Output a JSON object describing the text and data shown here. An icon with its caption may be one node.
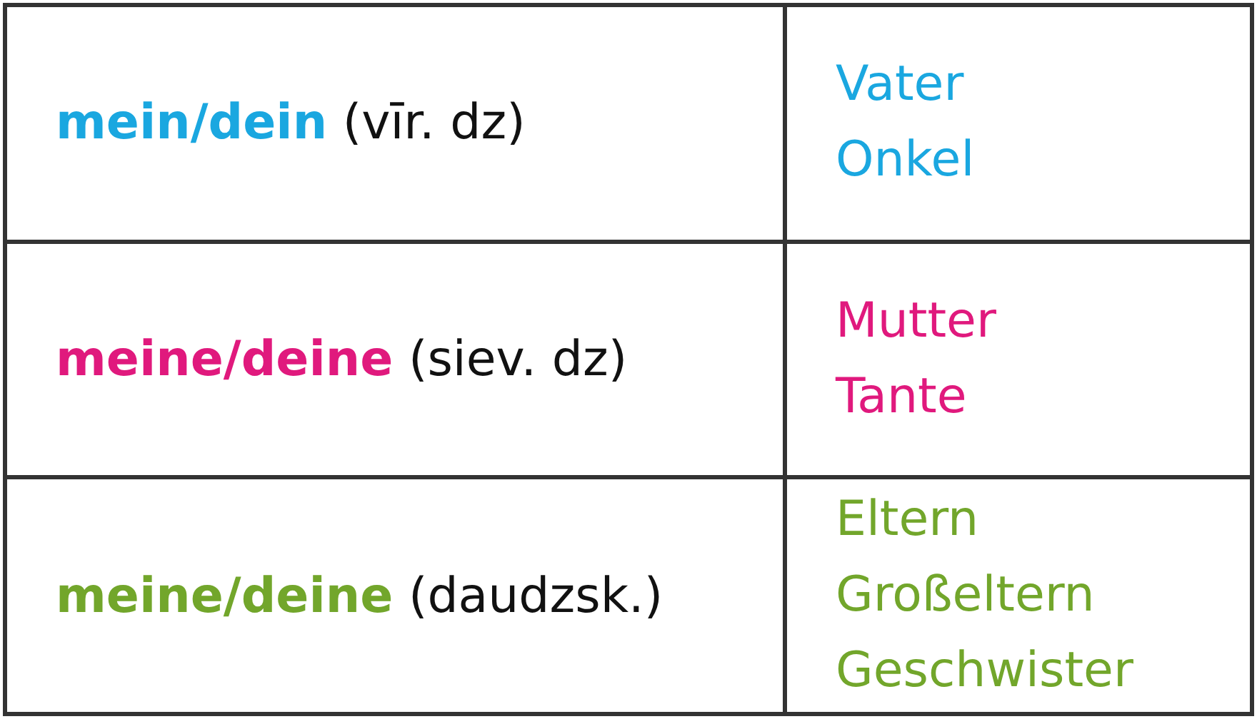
{
  "diagram": {
    "labels": [
      "**mein/dein** (vīr. dz)",
      "Vater Onkel",
      "**meine/deine** (siev. dz)",
      "Mutter Tante",
      "**meine/deine** (daudzsk.)",
      "Eltern Großeltern Geschwister"
    ]
  }
}
